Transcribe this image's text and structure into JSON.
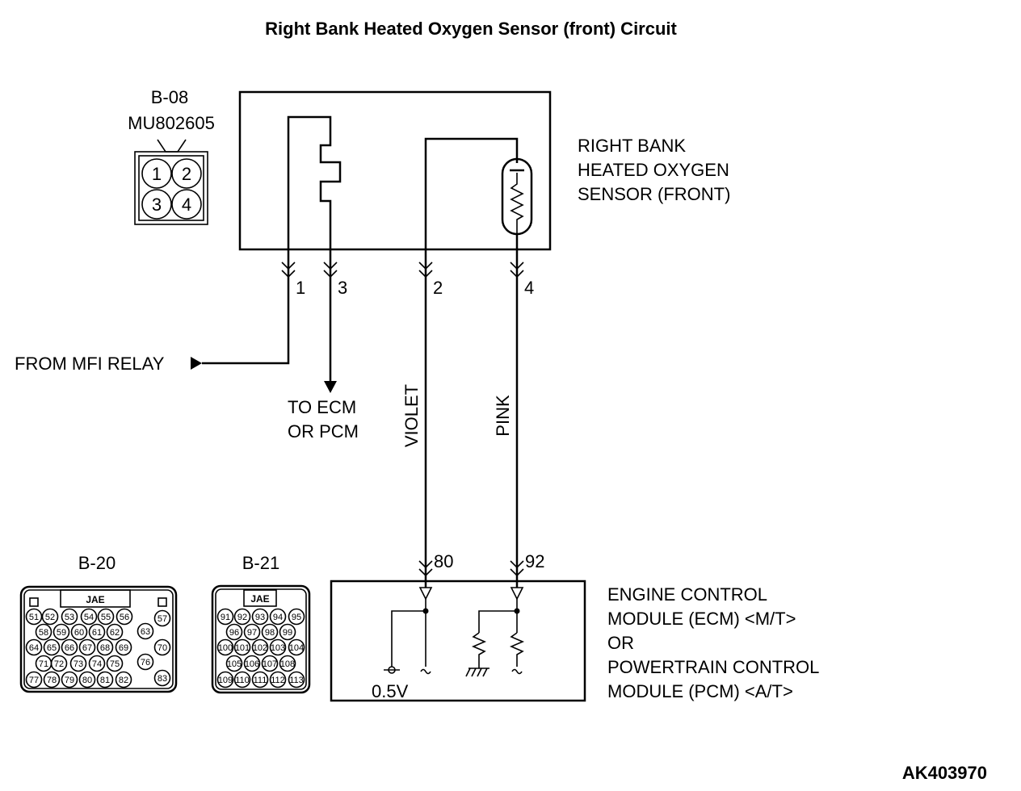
{
  "title": "Right Bank Heated Oxygen Sensor (front) Circuit",
  "sensor_connector": {
    "id": "B-08",
    "part": "MU802605",
    "pins": [
      "1",
      "2",
      "3",
      "4"
    ]
  },
  "sensor_label": [
    "RIGHT BANK",
    "HEATED OXYGEN",
    "SENSOR (FRONT)"
  ],
  "sensor_pins": {
    "p1": "1",
    "p3": "3",
    "p2": "2",
    "p4": "4"
  },
  "from_relay": "FROM MFI RELAY",
  "to_ecm": [
    "TO ECM",
    "OR PCM"
  ],
  "wire_colors": {
    "violet": "VIOLET",
    "pink": "PINK"
  },
  "ecm_pins": {
    "a": "80",
    "b": "92"
  },
  "ecm_voltage": "0.5V",
  "ecm_label": [
    "ENGINE CONTROL",
    "MODULE (ECM) <M/T>",
    "OR",
    "POWERTRAIN CONTROL",
    "MODULE (PCM) <A/T>"
  ],
  "connector_b20": {
    "id": "B-20",
    "brand": "JAE",
    "rows": [
      [
        "51",
        "52",
        "53",
        "54",
        "55",
        "56"
      ],
      [
        "58",
        "59",
        "60",
        "61",
        "62"
      ],
      [
        "64",
        "65",
        "66",
        "67",
        "68",
        "69"
      ],
      [
        "71",
        "72",
        "73",
        "74",
        "75"
      ],
      [
        "77",
        "78",
        "79",
        "80",
        "81",
        "82"
      ]
    ],
    "side": [
      "57",
      "63",
      "70",
      "76",
      "83"
    ]
  },
  "connector_b21": {
    "id": "B-21",
    "brand": "JAE",
    "rows": [
      [
        "91",
        "92",
        "93",
        "94",
        "95"
      ],
      [
        "96",
        "97",
        "98",
        "99"
      ],
      [
        "100",
        "101",
        "102",
        "103",
        "104"
      ],
      [
        "105",
        "106",
        "107",
        "108"
      ],
      [
        "109",
        "110",
        "111",
        "112",
        "113"
      ]
    ]
  },
  "figure_id": "AK403970"
}
